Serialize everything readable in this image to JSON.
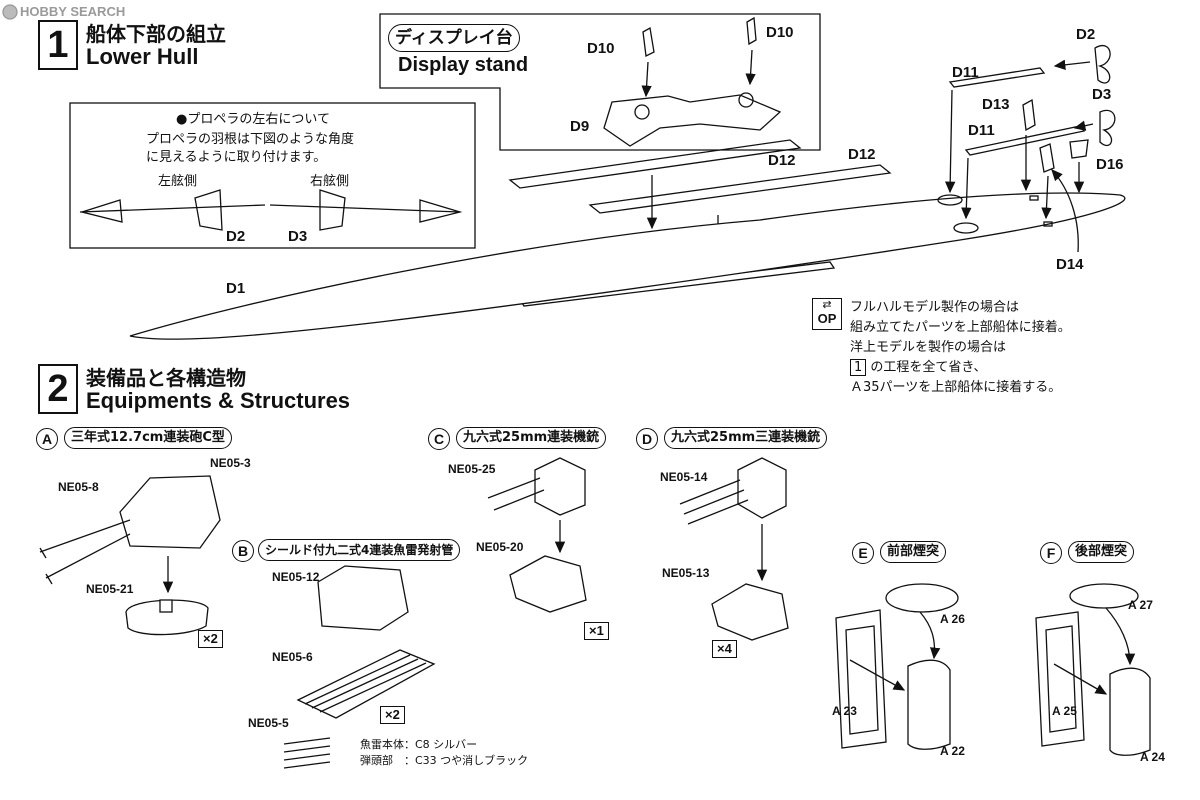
{
  "watermark": "HOBBY SEARCH",
  "step1": {
    "number": "1",
    "title_jp": "船体下部の組立",
    "title_en": "Lower Hull"
  },
  "display_stand": {
    "title_jp": "ディスプレイ台",
    "title_en": "Display stand"
  },
  "propeller_note": {
    "heading": "●プロペラの左右について",
    "line1": "プロペラの羽根は下図のような角度",
    "line2": "に見えるように取り付けます。",
    "port": "左舷側",
    "starboard": "右舷側",
    "part_left": "D2",
    "part_right": "D3"
  },
  "step1_parts": {
    "d1": "D1",
    "d2": "D2",
    "d3": "D3",
    "d9": "D9",
    "d10a": "D10",
    "d10b": "D10",
    "d11a": "D11",
    "d11b": "D11",
    "d12a": "D12",
    "d12b": "D12",
    "d13": "D13",
    "d14": "D14",
    "d16": "D16"
  },
  "option_note": {
    "badge": "OP",
    "line1": "フルハルモデル製作の場合は",
    "line2": "組み立てたパーツを上部船体に接着。",
    "line3": "洋上モデルを製作の場合は",
    "line4_boxed": "1",
    "line4_rest": " の工程を全て省き、",
    "line5": "Ａ35パーツを上部船体に接着する。"
  },
  "step2": {
    "number": "2",
    "title_jp": "装備品と各構造物",
    "title_en": "Equipments & Structures"
  },
  "sub_a": {
    "letter": "A",
    "title": "三年式12.7cm連装砲C型",
    "p1": "NE05-3",
    "p2": "NE05-8",
    "p3": "NE05-21",
    "qty": "×2"
  },
  "sub_b": {
    "letter": "B",
    "title": "シールド付九二式4連装魚雷発射管",
    "p1": "NE05-12",
    "p2": "NE05-6",
    "p3": "NE05-5",
    "qty": "×2",
    "paint1": "魚雷本体：C8 シルバー",
    "paint2": "弾頭部　：C33 つや消しブラック"
  },
  "sub_c": {
    "letter": "C",
    "title": "九六式25mm連装機銃",
    "p1": "NE05-25",
    "p2": "NE05-20",
    "qty": "×1"
  },
  "sub_d": {
    "letter": "D",
    "title": "九六式25mm三連装機銃",
    "p1": "NE05-14",
    "p2": "NE05-13",
    "qty": "×4"
  },
  "sub_e": {
    "letter": "E",
    "title": "前部煙突",
    "p1": "A 26",
    "p2": "A 23",
    "p3": "A 22"
  },
  "sub_f": {
    "letter": "F",
    "title": "後部煙突",
    "p1": "A 27",
    "p2": "A 25",
    "p3": "A 24"
  }
}
